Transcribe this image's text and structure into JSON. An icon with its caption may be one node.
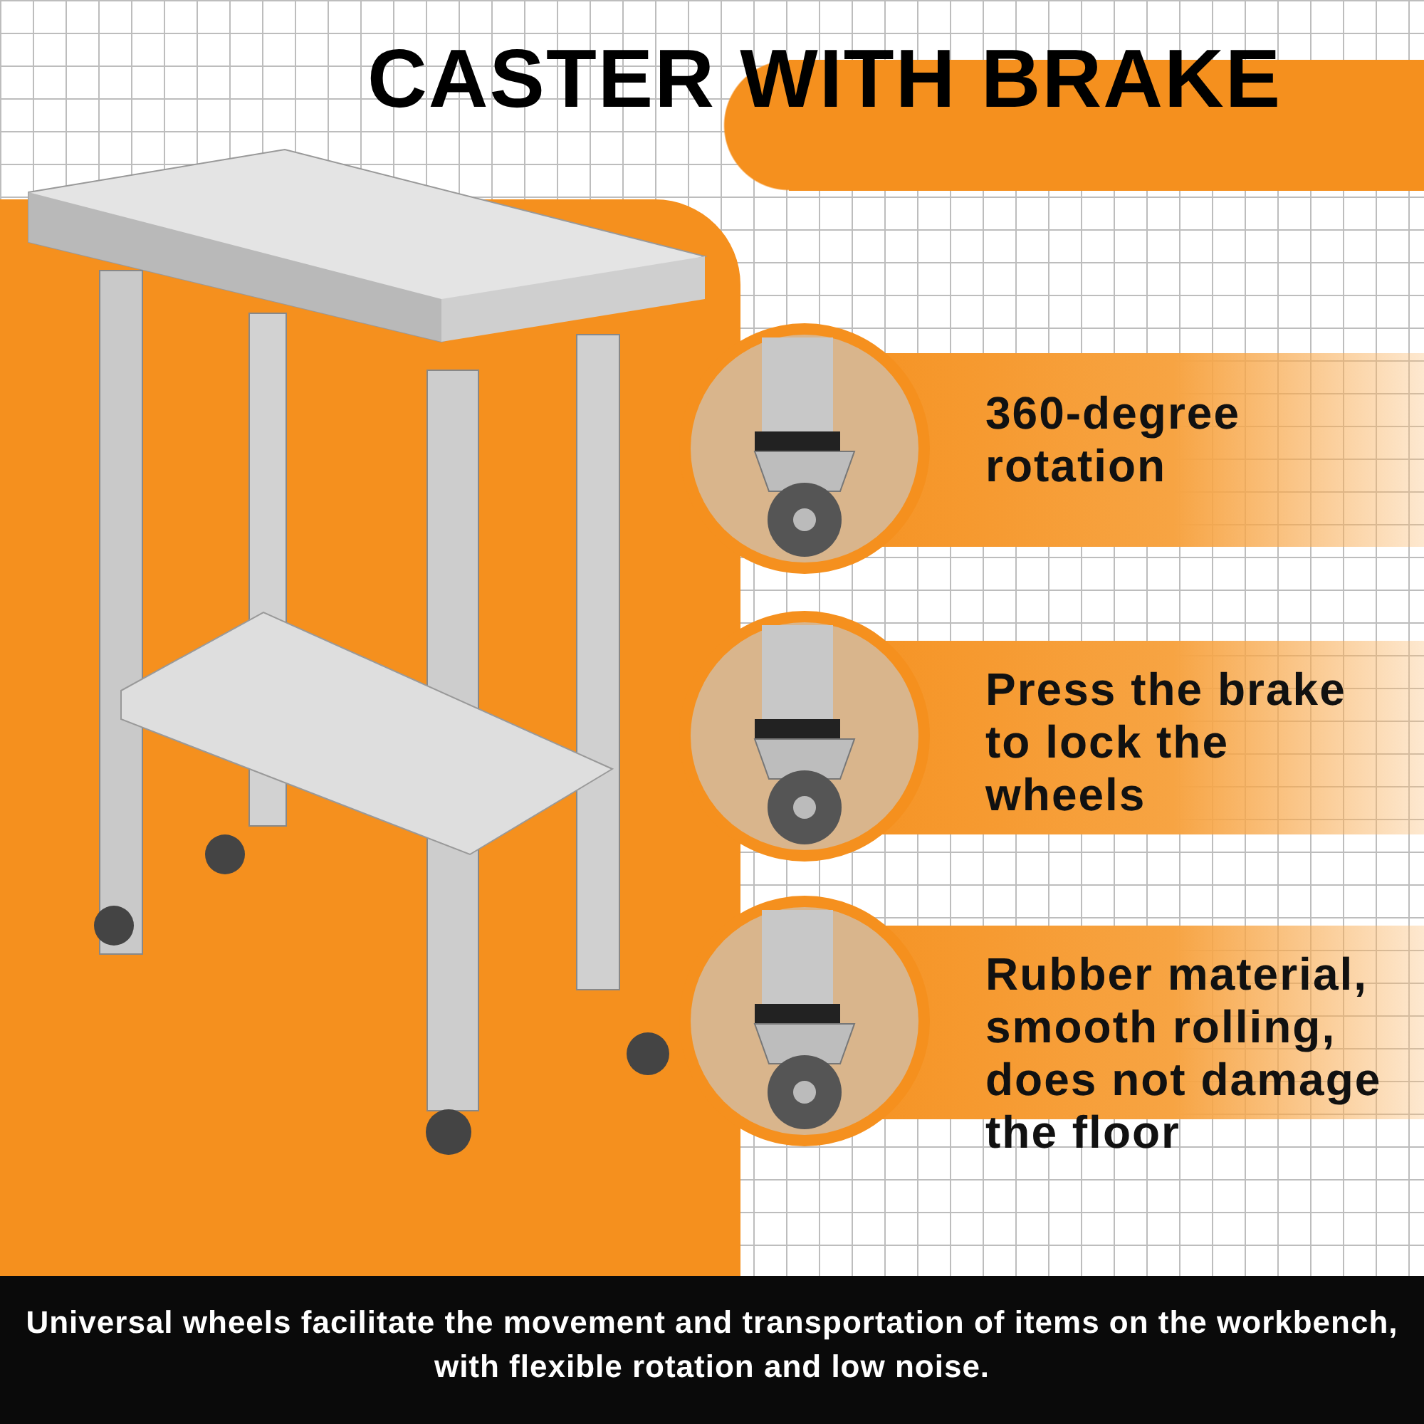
{
  "diagram": {
    "title": "CASTER WITH BRAKE",
    "caption": "Universal wheels facilitate the movement and transportation of items on the workbench, with flexible rotation and low noise.",
    "labels": [
      "360-degree rotation",
      "Press the brake to lock the wheels",
      "Rubber material, smooth rolling, does not damage the floor"
    ]
  }
}
